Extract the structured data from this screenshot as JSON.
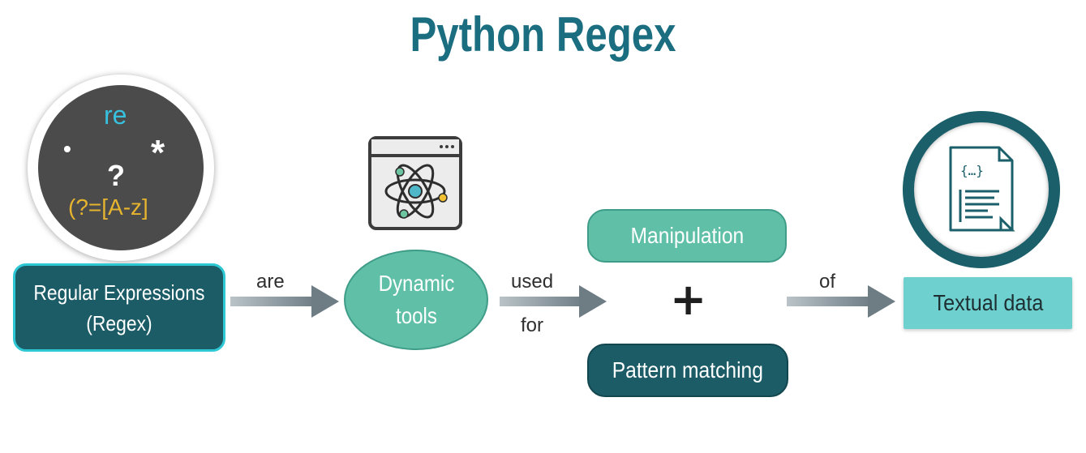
{
  "title": "Python Regex",
  "symbols": {
    "re": "re",
    "dot": "•",
    "star": "*",
    "question": "?",
    "lookahead": "(?=[A-z]"
  },
  "nodes": {
    "regex": {
      "line1": "Regular Expressions",
      "line2": "(Regex)"
    },
    "dynamic_tools": {
      "line1": "Dynamic",
      "line2": "tools"
    },
    "manipulation": "Manipulation",
    "plus": "+",
    "pattern_matching": "Pattern matching",
    "textual_data": "Textual data"
  },
  "connectors": {
    "are": "are",
    "used": "used",
    "for": "for",
    "of": "of"
  },
  "icons": {
    "tool": "atom-window-icon",
    "document": "code-document-icon"
  },
  "colors": {
    "title": "#1b6d80",
    "dark_teal": "#1b5c67",
    "mint": "#5fbfa7",
    "light_cyan": "#6fd1cf",
    "arrow": "#7a8a92"
  }
}
